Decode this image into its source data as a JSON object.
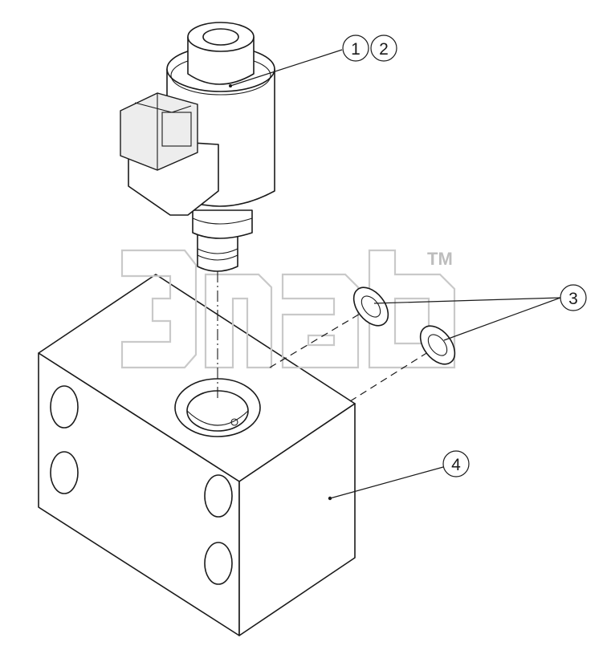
{
  "callouts": [
    {
      "label": "1"
    },
    {
      "label": "2"
    },
    {
      "label": "3"
    },
    {
      "label": "4"
    }
  ],
  "watermark": {
    "trademark": "TM"
  },
  "colors": {
    "line": "#1a1a1a",
    "watermark": "#c9c9c9",
    "background": "#ffffff"
  }
}
